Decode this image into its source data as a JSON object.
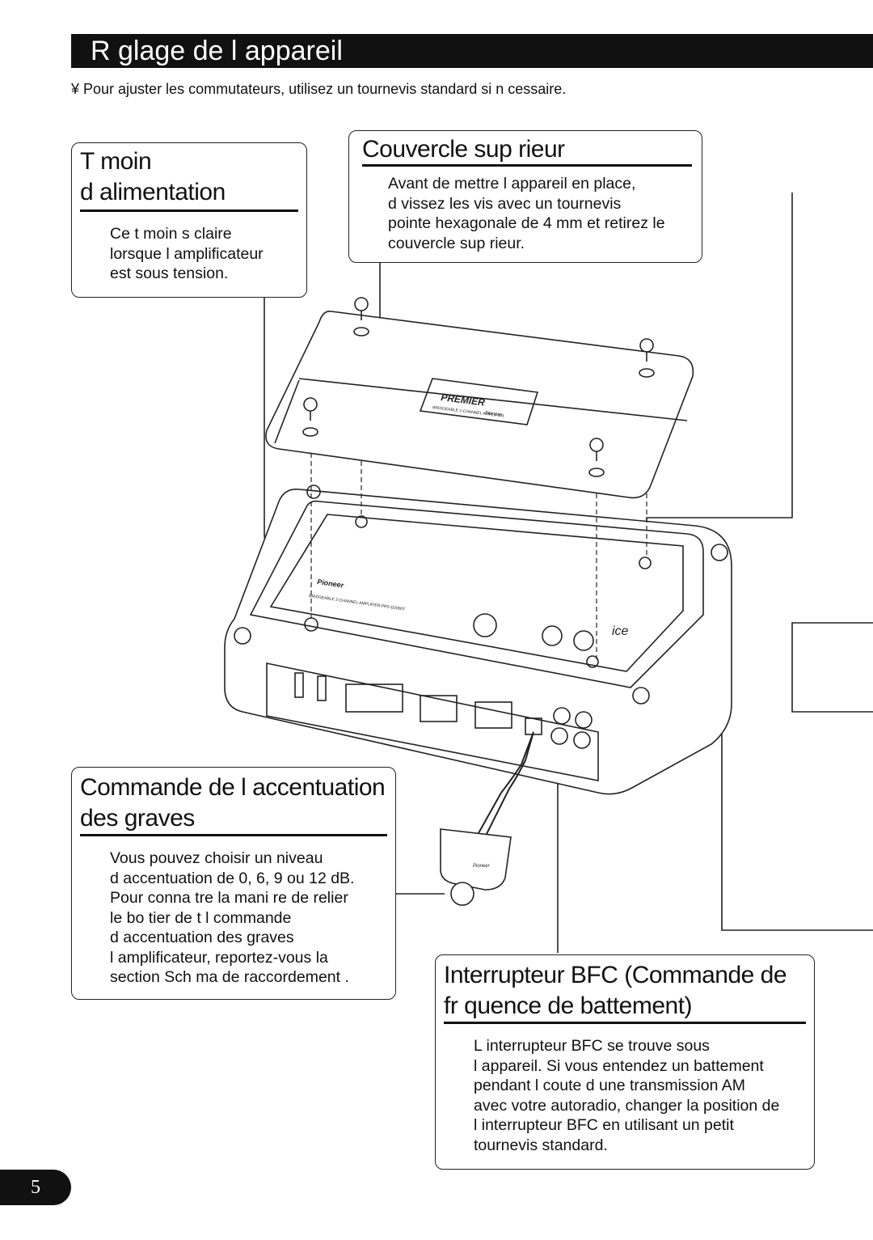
{
  "header": {
    "title": "R glage de l appareil",
    "intro": "¥  Pour ajuster les commutateurs, utilisez un tournevis standard si n cessaire."
  },
  "callouts": {
    "power_indicator": {
      "title_lines": [
        "T moin",
        "d alimentation"
      ],
      "text_lines": [
        "Ce t moin s  claire",
        "lorsque l amplificateur",
        "est sous tension."
      ]
    },
    "top_cover": {
      "title": "Couvercle sup rieur",
      "text_lines": [
        "Avant de mettre l appareil en place,",
        "d vissez les vis avec un tournevis",
        "pointe hexagonale de 4 mm et retirez le",
        "couvercle sup rieur."
      ]
    },
    "bass_boost": {
      "title_lines": [
        "Commande de l  accentuation",
        "des graves"
      ],
      "text_lines": [
        "Vous pouvez choisir un niveau",
        "d accentuation de 0, 6, 9 ou 12 dB.",
        "Pour conna tre la mani re de relier",
        "le bo tier de t l commande",
        "d accentuation des graves",
        "l amplificateur, reportez-vous   la",
        "section  Sch ma de raccordement ."
      ]
    },
    "bfc_switch": {
      "title_lines": [
        "Interrupteur BFC (Commande de",
        "fr quence de battement)"
      ],
      "text_lines": [
        "L interrupteur BFC se trouve sous",
        "l appareil. Si vous entendez un battement",
        "pendant l  coute d une transmission AM",
        "avec votre autoradio, changer la position de",
        "l interrupteur BFC en utilisant un petit",
        "tournevis standard."
      ]
    }
  },
  "device_labels": {
    "cover_brand": "PREMIER",
    "cover_model_line": "BRIDGEABLE 2-CHANNEL AMPLIFIER",
    "cover_maker": "Pioneer",
    "panel_maker": "Pioneer",
    "panel_model": "BRIDGEABLE 2-CHANNEL AMPLIFIER   PRS-D2000T",
    "panel_logo": "ice",
    "remote_maker": "Pioneer"
  },
  "page_number": "5"
}
